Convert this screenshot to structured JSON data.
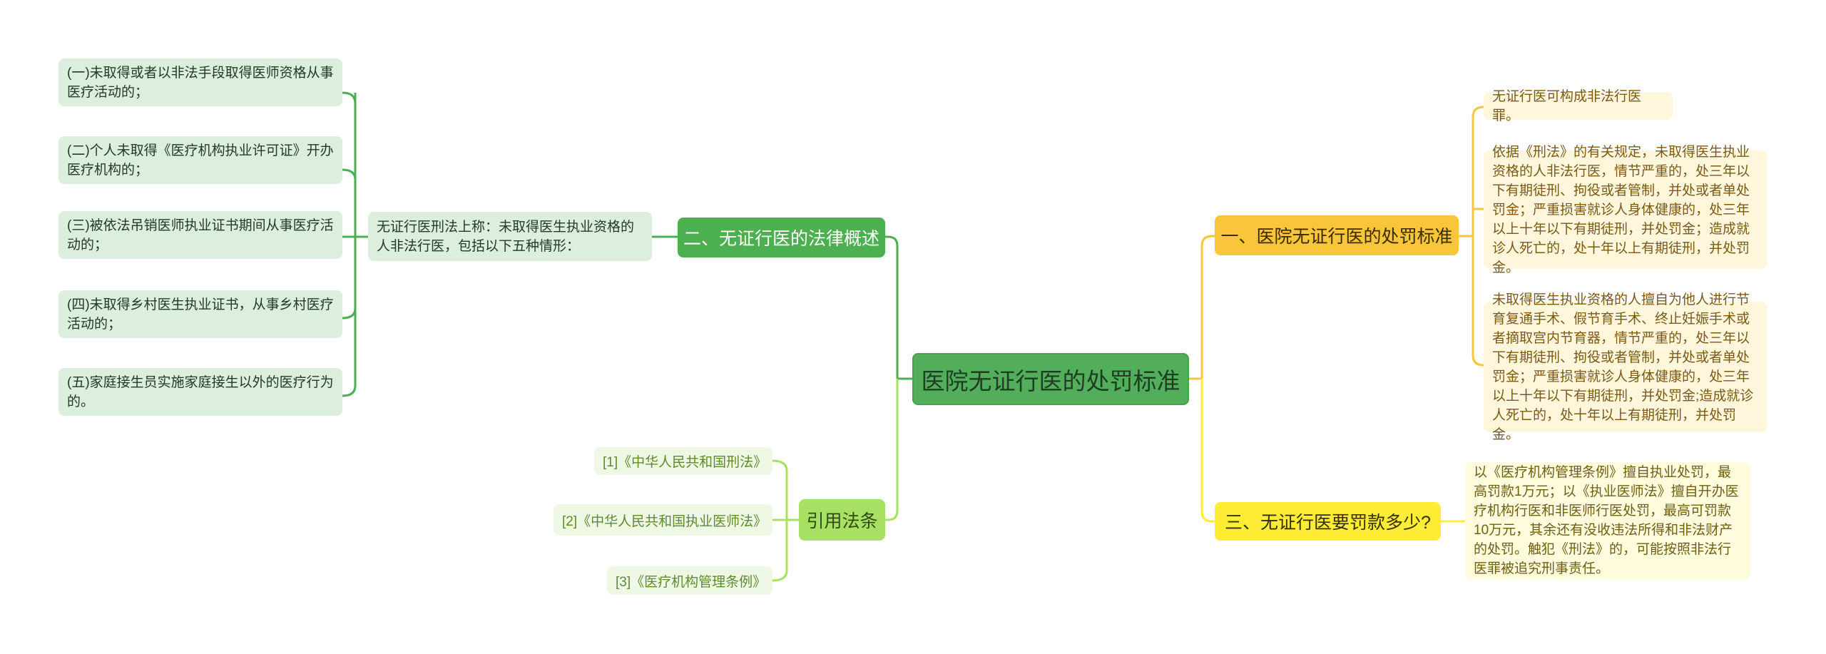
{
  "root": "医院无证行医的处罚标准",
  "branches": {
    "legal": {
      "label": "二、无证行医的法律概述",
      "summary": "无证行医刑法上称：未取得医生执业资格的人非法行医，包括以下五种情形：",
      "items": [
        "(一)未取得或者以非法手段取得医师资格从事医疗活动的；",
        "(二)个人未取得《医疗机构执业许可证》开办医疗机构的；",
        "(三)被依法吊销医师执业证书期间从事医疗活动的；",
        "(四)未取得乡村医生执业证书，从事乡村医疗活动的；",
        "(五)家庭接生员实施家庭接生以外的医疗行为的。"
      ]
    },
    "cite": {
      "label": "引用法条",
      "items": [
        "[1]《中华人民共和国刑法》",
        "[2]《中华人民共和国执业医师法》",
        "[3]《医疗机构管理条例》"
      ]
    },
    "penalty": {
      "label": "一、医院无证行医的处罚标准",
      "items": [
        "无证行医可构成非法行医罪。",
        "依据《刑法》的有关规定，未取得医生执业资格的人非法行医，情节严重的，处三年以下有期徒刑、拘役或者管制，并处或者单处罚金；严重损害就诊人身体健康的，处三年以上十年以下有期徒刑，并处罚金；造成就诊人死亡的，处十年以上有期徒刑，并处罚金。",
        "未取得医生执业资格的人擅自为他人进行节育复通手术、假节育手术、终止妊娠手术或者摘取宫内节育器，情节严重的，处三年以下有期徒刑、拘役或者管制，并处或者单处罚金；严重损害就诊人身体健康的，处三年以上十年以下有期徒刑，并处罚金;造成就诊人死亡的，处十年以上有期徒刑，并处罚金。"
      ]
    },
    "fine": {
      "label": "三、无证行医要罚款多少?",
      "items": [
        "以《医疗机构管理条例》擅自执业处罚，最高罚款1万元；以《执业医师法》擅自开办医疗机构行医和非医师行医处罚，最高可罚款10万元，其余还有没收违法所得和非法财产的处罚。触犯《刑法》的，可能按照非法行医罪被追究刑事责任。"
      ]
    }
  },
  "colors": {
    "green": "#4caf50",
    "lightgreen": "#a8e063",
    "orange": "#f8c53b",
    "yellow": "#ffed35"
  }
}
